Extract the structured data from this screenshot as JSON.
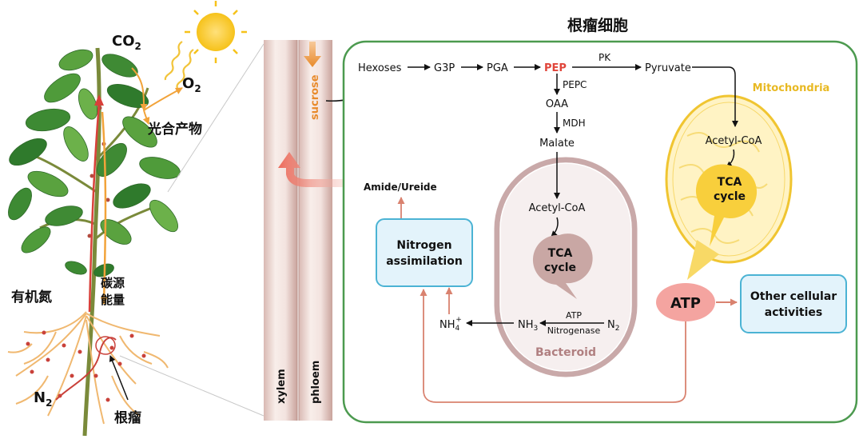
{
  "plant": {
    "co2": "CO",
    "co2_sub": "2",
    "o2": "O",
    "o2_sub": "2",
    "photosynthate": "光合产物",
    "organic_n": "有机氮",
    "carbon_energy_1": "碳源",
    "carbon_energy_2": "能量",
    "n2": "N",
    "n2_sub": "2",
    "nodule": "根瘤"
  },
  "vessels": {
    "xylem": "xylem",
    "phloem": "phloem",
    "sucrose": "sucrose"
  },
  "cell": {
    "title": "根瘤细胞",
    "hexoses": "Hexoses",
    "g3p": "G3P",
    "pga": "PGA",
    "pep": "PEP",
    "pk": "PK",
    "pyruvate": "Pyruvate",
    "pepc": "PEPC",
    "oaa": "OAA",
    "mdh": "MDH",
    "malate": "Malate",
    "amide": "Amide/Ureide",
    "n_assim_1": "Nitrogen",
    "n_assim_2": "assimilation",
    "nh4": "NH",
    "nh4_sub": "4",
    "nh4_sup": "+",
    "nh3": "NH",
    "nh3_sub": "3",
    "atp_small": "ATP",
    "nitrogenase": "Nitrogenase",
    "n2": "N",
    "n2_sub": "2",
    "bacteroid": "Bacteroid",
    "acetyl_coa_b": "Acetyl-CoA",
    "tca_b_1": "TCA",
    "tca_b_2": "cycle",
    "mitochondria": "Mitochondria",
    "acetyl_coa_m": "Acetyl-CoA",
    "tca_m_1": "TCA",
    "tca_m_2": "cycle",
    "atp": "ATP",
    "other_1": "Other cellular",
    "other_2": "activities"
  },
  "colors": {
    "cell_border": "#4c9a4f",
    "box_border": "#4bb3d4",
    "box_fill": "#e3f3fb",
    "salmon": "#d9826f",
    "pep_red": "#e0453a",
    "mito_border": "#f0c531",
    "mito_label": "#e8b923",
    "bacteroid_label": "#b07f80",
    "sucrose_orange": "#e88a2b"
  }
}
